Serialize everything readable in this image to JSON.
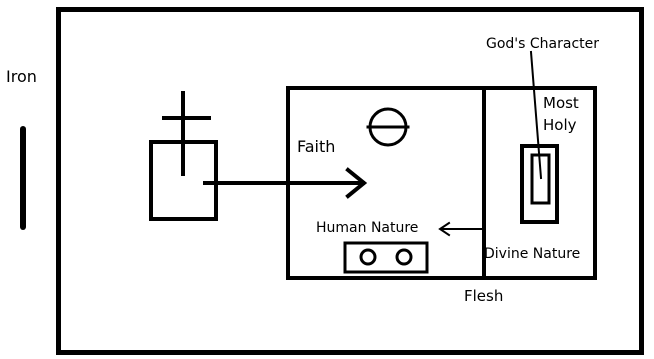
{
  "labels": {
    "iron": "Iron",
    "gods_character": "God's Character",
    "most": "Most",
    "holy": "Holy",
    "faith": "Faith",
    "human_nature": "Human Nature",
    "divine_nature": "Divine Nature",
    "flesh": "Flesh"
  },
  "colors": {
    "ink": "#000000",
    "background": "#ffffff"
  }
}
